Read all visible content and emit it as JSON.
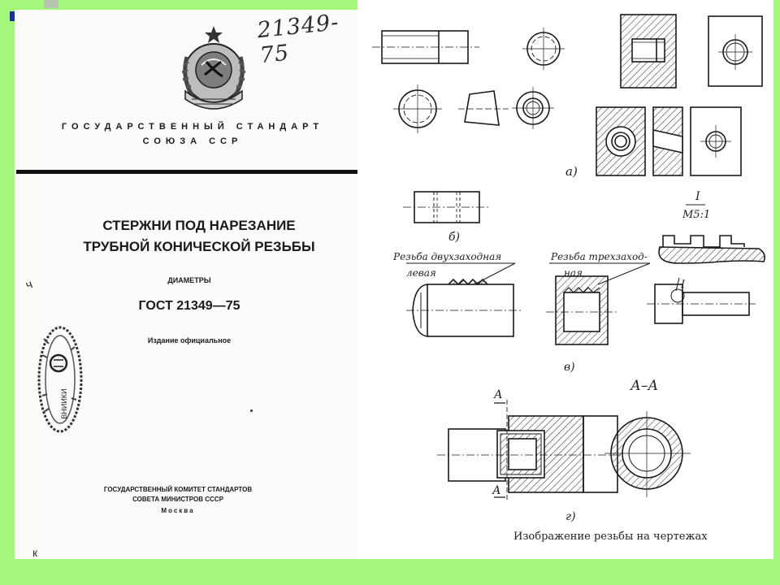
{
  "title_page": {
    "handwritten_number": "21349-75",
    "org_line1": "ГОСУДАРСТВЕННЫЙ СТАНДАРТ",
    "org_line2": "СОЮЗА ССР",
    "title_line1": "СТЕРЖНИ ПОД НАРЕЗАНИЕ",
    "title_line2": "ТРУБНОЙ КОНИЧЕСКОЙ РЕЗЬБЫ",
    "subtitle": "ДИАМЕТРЫ",
    "gost_code": "ГОСТ 21349—75",
    "edition": "Издание официальное",
    "committee_line1": "ГОСУДАРСТВЕННЫЙ КОМИТЕТ СТАНДАРТОВ",
    "committee_line2": "СОВЕТА МИНИСТРОВ СССР",
    "city": "Москва",
    "stamp_text": "ВНИИКИ",
    "margin_mark": "ч",
    "margin_mark2": "к"
  },
  "drawings": {
    "label_a": "а)",
    "label_b": "б)",
    "label_v": "в)",
    "label_g": "г)",
    "detail_marker": "I",
    "detail_scale": "М5:1",
    "callout_two_start_line1": "Резьба двухзаходная",
    "callout_two_start_line2": "левая",
    "callout_three_start_line1": "Резьба трехзаход-",
    "callout_three_start_line2": "ная",
    "section_title": "А–А",
    "section_mark": "А",
    "caption": "Изображение резьбы на чертежах"
  }
}
